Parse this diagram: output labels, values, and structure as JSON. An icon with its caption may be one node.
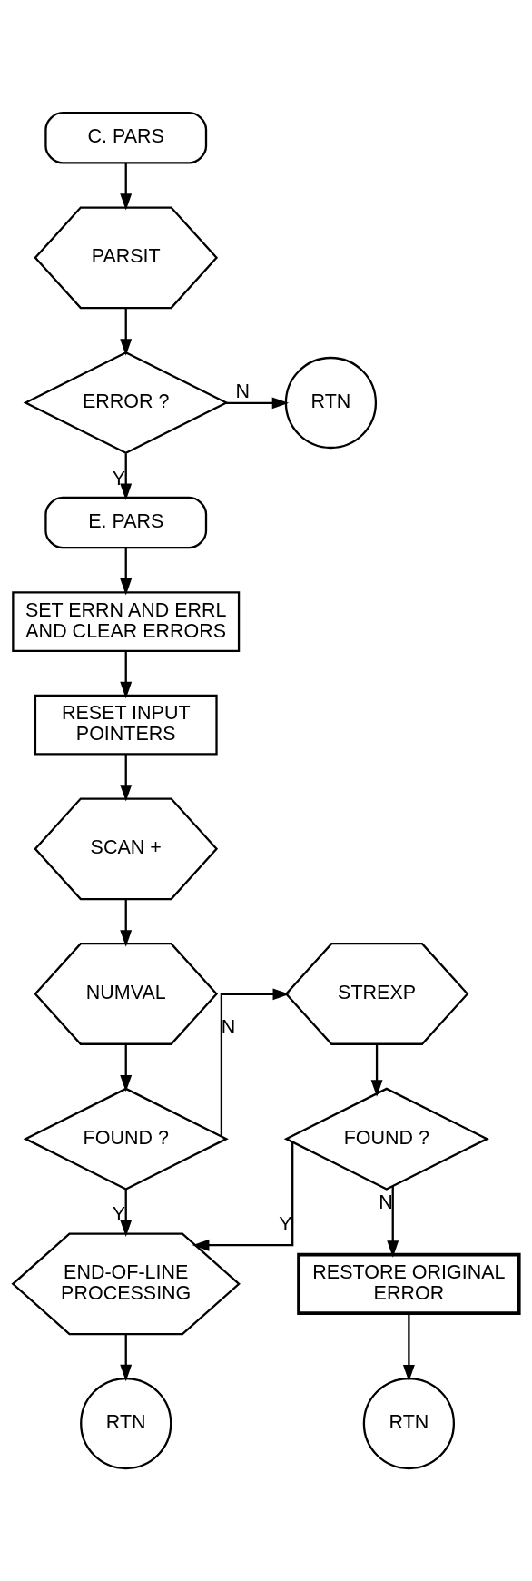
{
  "diagram": {
    "nodes": [
      {
        "text": [
          "C. PARS"
        ]
      },
      {
        "text": [
          "PARSIT"
        ]
      },
      {
        "text": [
          "ERROR ?"
        ]
      },
      {
        "text": [
          "RTN"
        ]
      },
      {
        "text": [
          "E. PARS"
        ]
      },
      {
        "text": [
          "SET ERRN AND ERRL AND CLEAR ERRORS"
        ]
      },
      {
        "text": [
          "RESET INPUT POINTERS"
        ]
      },
      {
        "text": [
          "SCAN +"
        ]
      },
      {
        "text": [
          "NUMVAL"
        ]
      },
      {
        "text": [
          "FOUND ?"
        ]
      },
      {
        "text": [
          "STREXP"
        ]
      },
      {
        "text": [
          "FOUND ?"
        ]
      },
      {
        "text": [
          "END-OF-LINE PROCESSING"
        ]
      },
      {
        "text": [
          "RTN"
        ]
      },
      {
        "text": [
          "RESTORE ORIGINAL ERROR"
        ]
      },
      {
        "text": [
          "RTN"
        ]
      }
    ],
    "edges": [
      {
        "from": 0,
        "to": 1,
        "arrow": "to"
      },
      {
        "from": 1,
        "to": 2,
        "arrow": "to"
      },
      {
        "from": 2,
        "to": 3,
        "arrow": "to",
        "label": "N"
      },
      {
        "from": 2,
        "to": 4,
        "arrow": "to",
        "label": "Y"
      },
      {
        "from": 4,
        "to": 5,
        "arrow": "to"
      },
      {
        "from": 5,
        "to": 6,
        "arrow": "to"
      },
      {
        "from": 6,
        "to": 7,
        "arrow": "to"
      },
      {
        "from": 7,
        "to": 8,
        "arrow": "to"
      },
      {
        "from": 8,
        "to": 9,
        "arrow": "to"
      },
      {
        "from": 9,
        "to": 10,
        "arrow": "to",
        "label": "N"
      },
      {
        "from": 9,
        "to": 12,
        "arrow": "to",
        "label": "Y"
      },
      {
        "from": 10,
        "to": 11,
        "arrow": "to"
      },
      {
        "from": 11,
        "to": 12,
        "arrow": "to",
        "label": "Y"
      },
      {
        "from": 11,
        "to": 14,
        "arrow": "to",
        "label": "N"
      },
      {
        "from": 12,
        "to": 13,
        "arrow": "to"
      },
      {
        "from": 14,
        "to": 15,
        "arrow": "to"
      }
    ]
  }
}
